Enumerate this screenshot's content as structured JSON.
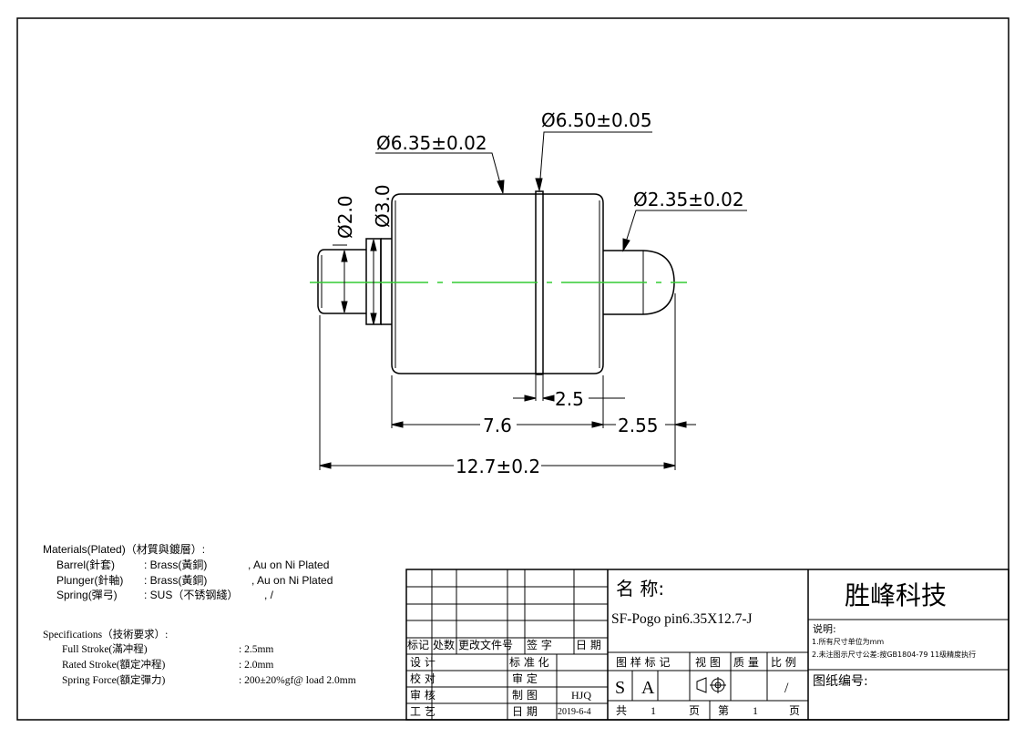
{
  "dimensions": {
    "d_body": "Ø6.35±0.02",
    "d_ring": "Ø6.50±0.05",
    "d_plunger": "Ø2.35±0.02",
    "d_tail": "Ø2.0",
    "d_step": "Ø3.0",
    "len_ring": "2.5",
    "len_body": "7.6",
    "len_tip": "2.55",
    "len_total": "12.7±0.2"
  },
  "materials": {
    "heading": "Materials(Plated)（材質與鍍層）:",
    "rows": [
      {
        "part": "Barrel(針套)",
        "material": ": Brass(黃銅)",
        "plating": ", Au on Ni Plated"
      },
      {
        "part": "Plunger(針軸)",
        "material": ": Brass(黃銅)",
        "plating": ", Au on Ni Plated"
      },
      {
        "part": "Spring(彈弓)",
        "material": ": SUS（不锈钢綫）",
        "plating": ", /"
      }
    ]
  },
  "specifications": {
    "heading": "Specifications（技術要求）:",
    "rows": [
      {
        "label": "Full Stroke(滿冲程)",
        "value": ": 2.5mm"
      },
      {
        "label": "Rated Stroke(額定冲程)",
        "value": ": 2.0mm"
      },
      {
        "label": "Spring Force(額定彈力)",
        "value": ": 200±20%gf@ load 2.0mm"
      }
    ]
  },
  "title_block": {
    "rev_headers": [
      "标记",
      "处数",
      "更改文件号",
      "签 字",
      "日 期"
    ],
    "design": "设 计",
    "check": "校 对",
    "review": "审 核",
    "process": "工 艺",
    "standardize": "标 准 化",
    "approve": "审 定",
    "draw": "制 图",
    "drawer": "HJQ",
    "date_label": "日 期",
    "date": "2019-6-4",
    "name_label": "名 称:",
    "part_name": "SF-Pogo pin6.35X12.7-J",
    "company": "胜峰科技",
    "notes_heading": "说明:",
    "note1": "1.所有尺寸单位为mm",
    "note2": "2.未注图示尺寸公差:按GB1804-79 11级精度执行",
    "marks_label": "图 样 标 记",
    "view_label": "视 图",
    "weight_label": "质 量",
    "scale_label": "比 例",
    "mark_s": "S",
    "mark_a": "A",
    "scale_value": "/",
    "drawing_no_label": "图纸编号:",
    "total_label": "共",
    "total_pages": "1",
    "page_label": "页",
    "sheet_label": "第",
    "sheet_no": "1",
    "page_label2": "页"
  }
}
